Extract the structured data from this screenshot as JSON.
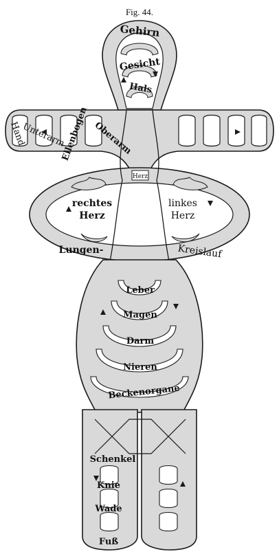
{
  "figure": {
    "caption": "Fig. 44."
  },
  "labels": {
    "gehirn": "Gehirn",
    "gesicht": "Gesicht",
    "hals": "Hals",
    "hand": "Hand",
    "unterarm": "Unterarm",
    "ellenbogen": "Ellenbogen",
    "oberarm": "Oberarm",
    "herz": "Herz",
    "rechtes_herz": "rechtes Herz",
    "rechtes": "rechtes",
    "herz_right": "Herz",
    "linkes": "linkes",
    "herz_left": "Herz",
    "lungen": "Lungen-",
    "kreislauf": "Kreislauf",
    "leber": "Leber",
    "magen": "Magen",
    "darm": "Darm",
    "nieren": "Nieren",
    "beckenorgane": "Beckenorgane",
    "schenkel": "Schenkel",
    "knie": "Knie",
    "wade": "Wade",
    "fuss": "Fuß"
  },
  "colors": {
    "vessel_fill": "#d9d9d9",
    "outline": "#1a1a1a",
    "paper": "#ffffff"
  }
}
